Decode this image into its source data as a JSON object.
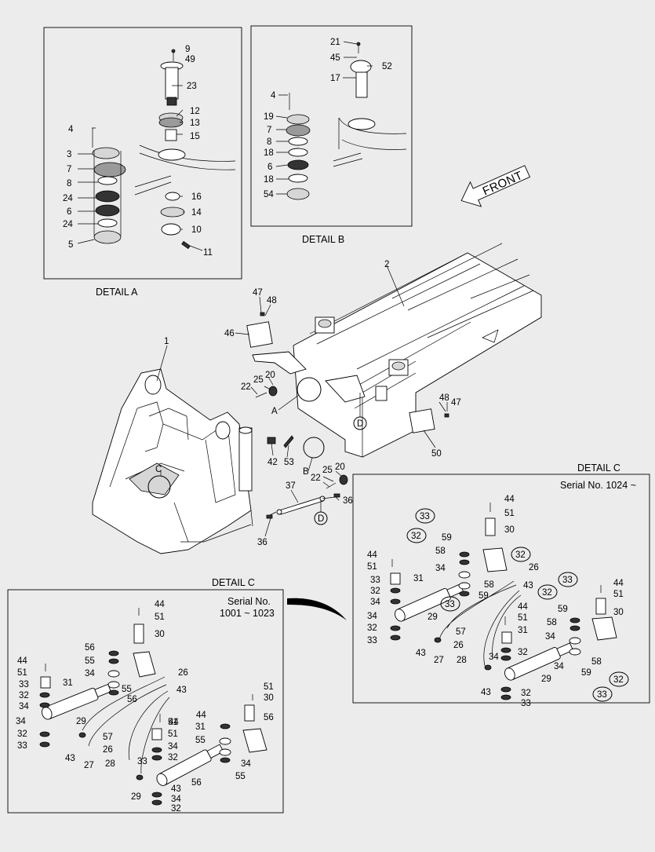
{
  "front_arrow": "FRONT",
  "captions": {
    "detail_a": "DETAIL A",
    "detail_b": "DETAIL B",
    "detail_c_left": "DETAIL C",
    "detail_c_right": "DETAIL C",
    "serial_left_line1": "Serial No.",
    "serial_left_line2": "1001 ~ 1023",
    "serial_right": "Serial No. 1024 ~"
  },
  "ref_letters": [
    "A",
    "B",
    "C",
    "D",
    "D"
  ],
  "circled_labels": [
    "33",
    "32",
    "33",
    "32",
    "33",
    "32",
    "33"
  ],
  "part_numbers": {
    "detail_a": [
      "9",
      "49",
      "23",
      "12",
      "13",
      "15",
      "16",
      "14",
      "10",
      "11",
      "4",
      "3",
      "7",
      "8",
      "24",
      "6",
      "24",
      "5"
    ],
    "detail_b": [
      "21",
      "45",
      "52",
      "17",
      "4",
      "19",
      "7",
      "8",
      "18",
      "6",
      "18",
      "54"
    ],
    "main": [
      "2",
      "1",
      "47",
      "48",
      "46",
      "25",
      "20",
      "22",
      "42",
      "53",
      "48",
      "47",
      "50",
      "22",
      "25",
      "20",
      "37",
      "36",
      "36"
    ],
    "detail_c_left": [
      "44",
      "51",
      "30",
      "56",
      "55",
      "34",
      "26",
      "43",
      "55",
      "56",
      "44",
      "51",
      "31",
      "33",
      "32",
      "34",
      "29",
      "34",
      "32",
      "33",
      "43",
      "27",
      "57",
      "26",
      "28",
      "44",
      "51",
      "30",
      "56",
      "44",
      "51",
      "31",
      "55",
      "34",
      "32",
      "33",
      "34",
      "55",
      "56",
      "29",
      "43",
      "34",
      "32",
      "33"
    ],
    "detail_c_right": [
      "44",
      "51",
      "30",
      "59",
      "58",
      "34",
      "26",
      "43",
      "44",
      "51",
      "31",
      "33",
      "32",
      "34",
      "29",
      "34",
      "32",
      "33",
      "43",
      "27",
      "58",
      "59",
      "57",
      "26",
      "28",
      "44",
      "51",
      "31",
      "34",
      "32",
      "34",
      "29",
      "44",
      "51",
      "30",
      "59",
      "58",
      "34",
      "58",
      "59",
      "43",
      "32",
      "33"
    ]
  }
}
